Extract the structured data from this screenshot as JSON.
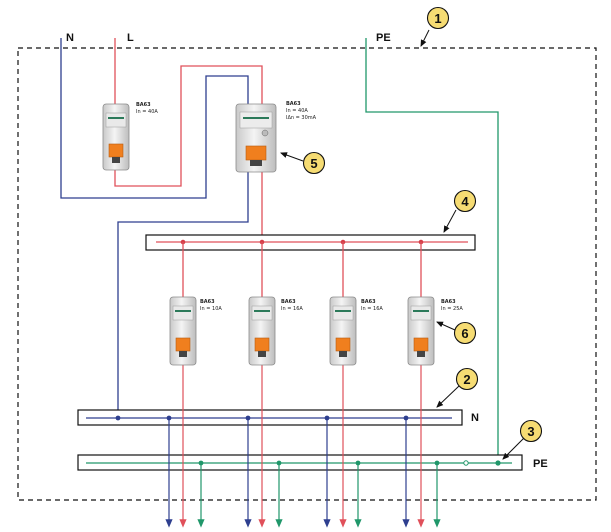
{
  "terminals": {
    "neutral": "N",
    "line": "L",
    "earth": "PE"
  },
  "busbars": {
    "neutral_label": "N",
    "earth_label": "PE"
  },
  "breakers": {
    "main": {
      "model": "BA63",
      "rating": "In = 40A"
    },
    "rcd": {
      "model": "BA63",
      "rating": "In = 40A",
      "trip": "IΔn = 30mA"
    },
    "branch": [
      {
        "model": "BA63",
        "rating": "In = 10A"
      },
      {
        "model": "BA63",
        "rating": "In = 16A"
      },
      {
        "model": "BA63",
        "rating": "In = 16A"
      },
      {
        "model": "BA63",
        "rating": "In = 25A"
      }
    ]
  },
  "callouts": [
    "1",
    "2",
    "3",
    "4",
    "5",
    "6"
  ],
  "colors": {
    "neutral_wire": "#2e3f8f",
    "line_wire": "#e0505a",
    "earth_wire": "#20976a",
    "callout_fill": "#f6dc73",
    "toggle": "#f07f1e"
  }
}
